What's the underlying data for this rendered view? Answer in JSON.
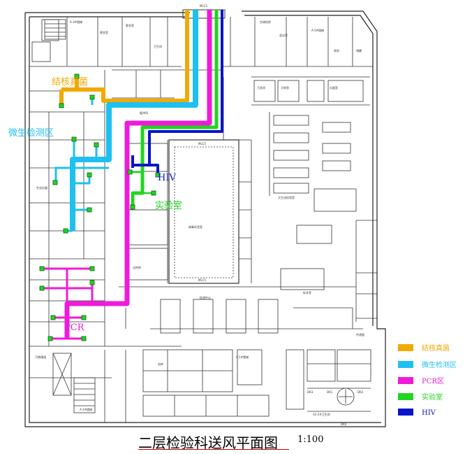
{
  "title": "二层检验科送风平面图",
  "scale": "1:100",
  "zones": {
    "tb": "结核真菌",
    "micro": "微生检测区",
    "hiv": "HIV",
    "lab": "实验室",
    "pcr": "PCR"
  },
  "legend": [
    {
      "label": "结核真菌",
      "color": "#f2a900"
    },
    {
      "label": "微生检测区",
      "color": "#1ec0f0"
    },
    {
      "label": "PCR区",
      "color": "#ee1bd8"
    },
    {
      "label": "实验室",
      "color": "#22d422"
    },
    {
      "label": "HIV",
      "color": "#0a14c8"
    }
  ],
  "colors": {
    "tb": "#f2a900",
    "micro": "#1ec0f0",
    "pcr": "#ee1bd8",
    "lab": "#22d422",
    "hiv": "#0a14c8",
    "wall": "#222222",
    "title_underline": "#d00000"
  },
  "plan_labels": {
    "mlc5_top": "MLC5",
    "mlc5_bottom": "MLC5",
    "shaft_top": "MLC5",
    "dk1": "DK1",
    "dk2": "DK2",
    "dk3": "DK3",
    "dk4": "DK4"
  }
}
